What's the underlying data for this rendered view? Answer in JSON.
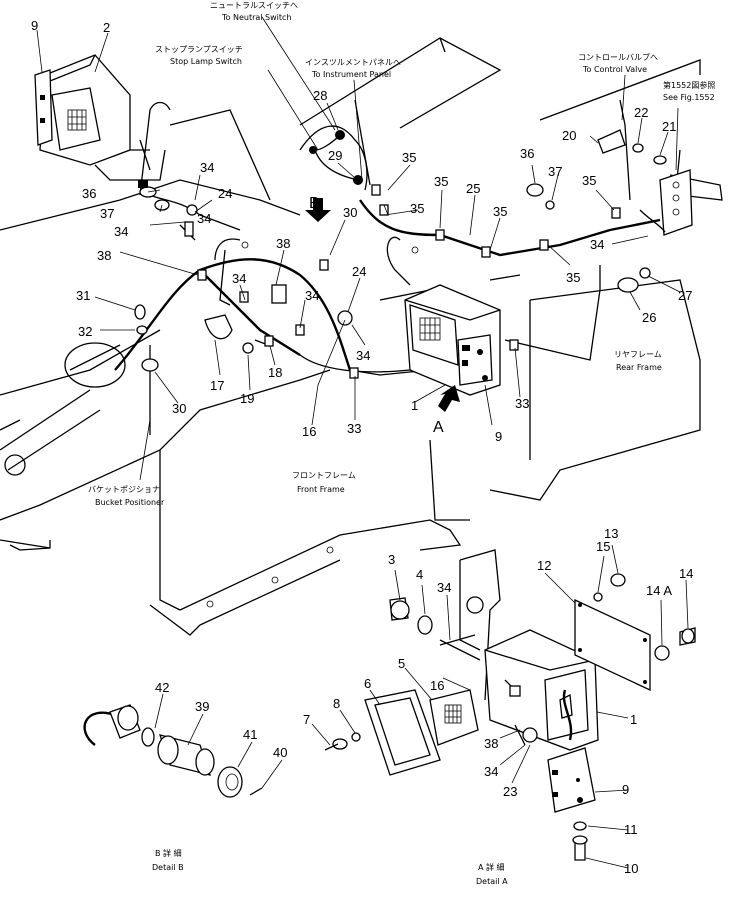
{
  "captions": {
    "neutral_ja": "ニュートラルスイッチへ",
    "neutral_en": "To Neutral Switch",
    "stoplamp_ja": "ストップランプスイッチ",
    "stoplamp_en": "Stop Lamp Switch",
    "instrument_ja": "インスツルメントパネルへ",
    "instrument_en": "To Instrument Panel",
    "control_ja": "コントロールバルブへ",
    "control_en": "To Control Valve",
    "seefig_ja": "第1552図参照",
    "seefig_en": "See Fig.1552",
    "rear_ja": "リヤフレーム",
    "rear_en": "Rear Frame",
    "front_ja": "フロントフレーム",
    "front_en": "Front Frame",
    "bucket_ja": "バケットポジショナ",
    "bucket_en": "Bucket Positioner",
    "detailB_ja": "B 詳 細",
    "detailB_en": "Detail B",
    "detailA_ja": "A 詳 細",
    "detailA_en": "Detail A",
    "markerB": "B",
    "markerA": "A"
  },
  "labels": {
    "n9a": "9",
    "n2": "2",
    "n28": "28",
    "n29": "29",
    "n35a": "35",
    "n36a": "36",
    "n37a": "37",
    "n34a": "34",
    "n24a": "24",
    "n30a": "30",
    "n38a": "38",
    "n34b": "34",
    "n34c": "34",
    "n34d": "34",
    "n31": "31",
    "n32": "32",
    "n17": "17",
    "n19": "19",
    "n18": "18",
    "n30b": "30",
    "n16a": "16",
    "n24b": "24",
    "n35b": "35",
    "n35c": "35",
    "n25": "25",
    "n35d": "35",
    "n36b": "36",
    "n37b": "37",
    "n35e": "35",
    "n35f": "35",
    "n20": "20",
    "n22": "22",
    "n21": "21",
    "n34e": "34",
    "n26": "26",
    "n27": "27",
    "n33a": "33",
    "n33b": "33",
    "n1a": "1",
    "n9b": "9",
    "n3": "3",
    "n4": "4",
    "n34f": "34",
    "n12": "12",
    "n13": "13",
    "n15": "15",
    "n14a": "14 A",
    "n14": "14",
    "n5": "5",
    "n6": "6",
    "n7": "7",
    "n8": "8",
    "n16b": "16",
    "n1b": "1",
    "n38b": "38",
    "n34g": "34",
    "n23": "23",
    "n9c": "9",
    "n11": "11",
    "n10": "10",
    "n42": "42",
    "n39": "39",
    "n41": "41",
    "n40": "40",
    "n34h": "34",
    "n34i": "34"
  }
}
